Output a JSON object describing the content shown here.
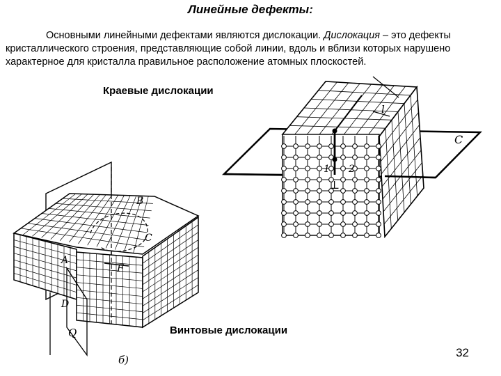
{
  "title": "Линейные дефекты:",
  "paragraph": {
    "text_start": "Основными линейными дефектами являются дислокации. ",
    "term": "Дислокация",
    "text_end": " – это дефекты кристаллического строения, представляющие собой линии, вдоль и вблизи которых нарушено характерное для кристалла правильное расположение атомных плоскостей."
  },
  "captions": {
    "edge": "Краевые дислокации",
    "screw": "Винтовые дислокации"
  },
  "figure_right": {
    "labels": {
      "c": "C",
      "l": "l",
      "one": "1",
      "two": "2",
      "perp": "⊥"
    }
  },
  "figure_left": {
    "labels": {
      "b": "B",
      "c": "C",
      "a": "A",
      "f": "F",
      "d": "D",
      "q": "Q",
      "sub": "б)"
    }
  },
  "page_number": "32"
}
